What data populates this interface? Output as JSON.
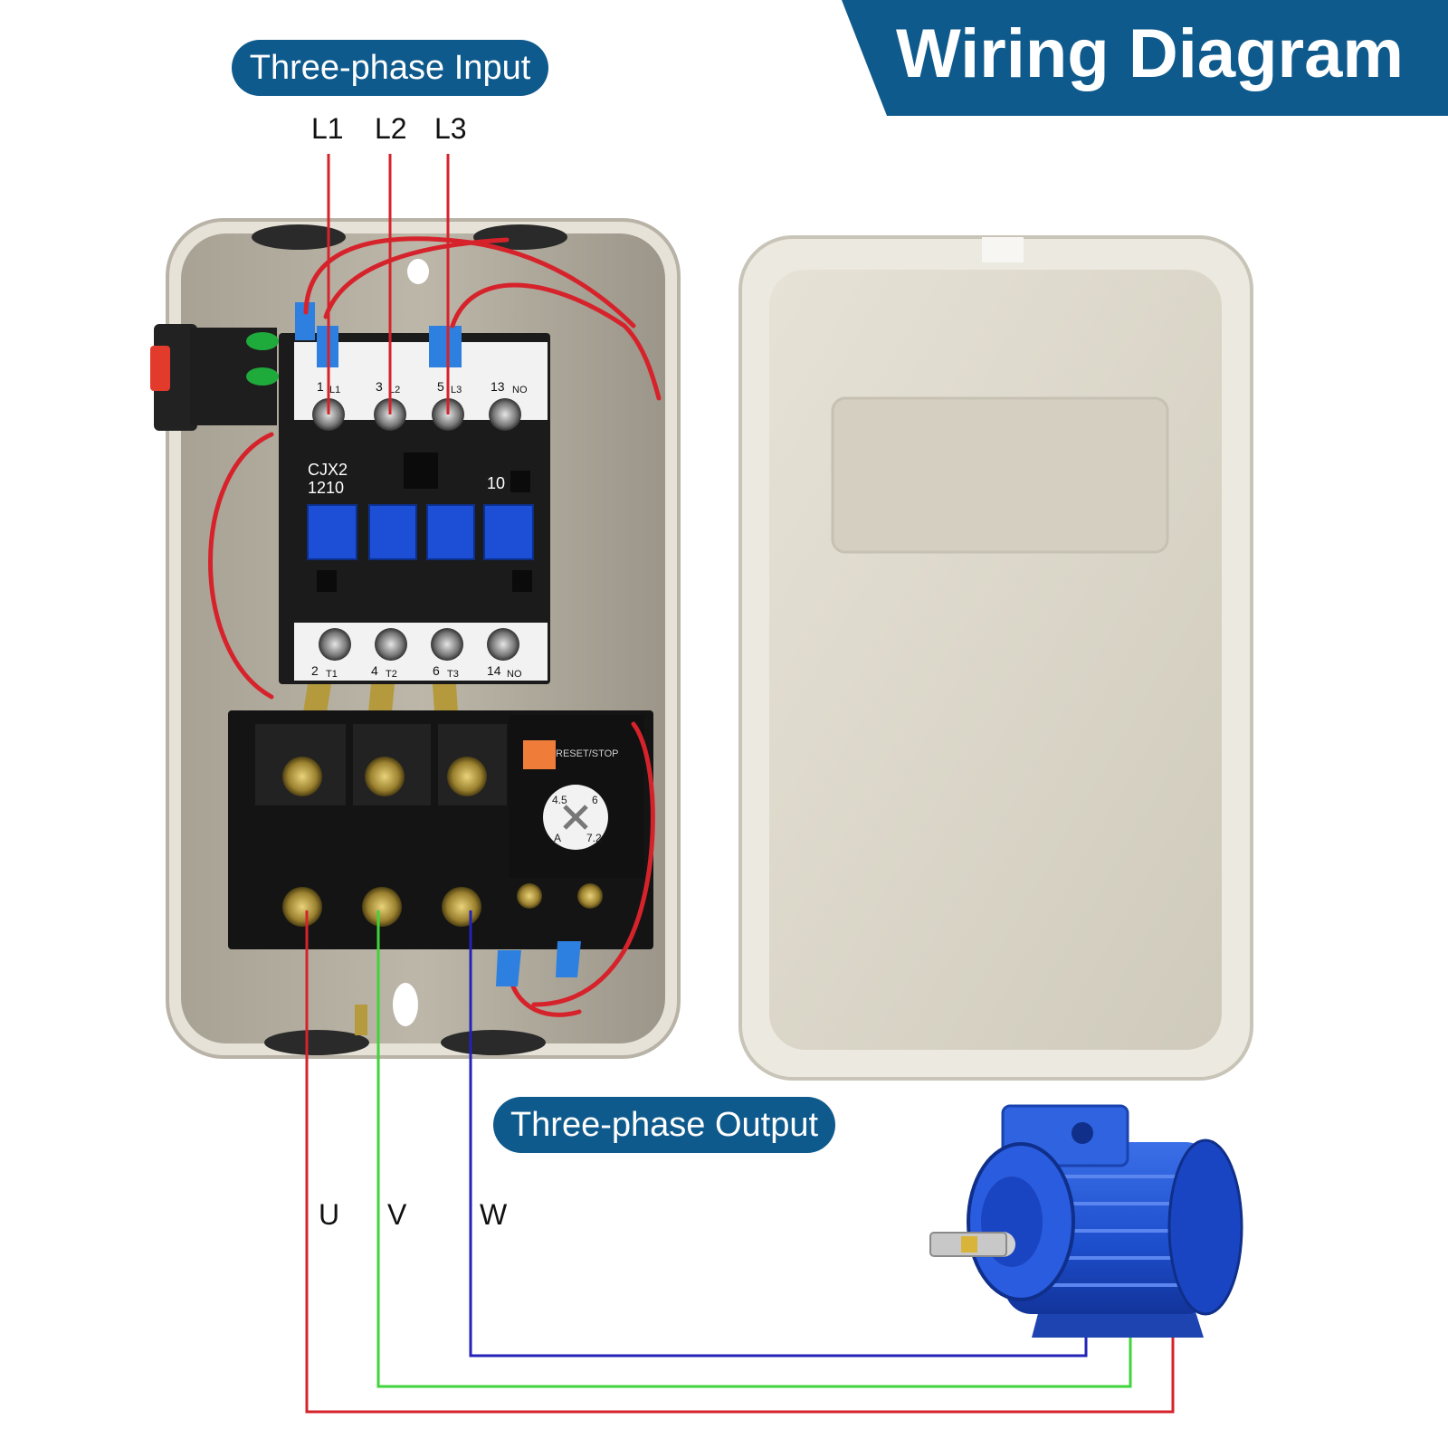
{
  "header": {
    "title": "Wiring Diagram"
  },
  "input": {
    "label": "Three-phase Input",
    "phases": [
      "L1",
      "L2",
      "L3"
    ]
  },
  "output": {
    "label": "Three-phase Output",
    "phases": [
      "U",
      "V",
      "W"
    ]
  },
  "contactor": {
    "model": "CJX2",
    "number": "1210",
    "aux": "10",
    "top_terminals": [
      "1",
      "L1",
      "3",
      "L2",
      "5",
      "L3",
      "13",
      "NO"
    ],
    "bottom_terminals": [
      "2",
      "T1",
      "4",
      "T2",
      "6",
      "T3",
      "14",
      "NO"
    ]
  },
  "overload_relay": {
    "button": "RESET/STOP",
    "dial": [
      "4.5",
      "6",
      "7.2",
      "A"
    ]
  },
  "colors": {
    "banner": "#0f5a8c",
    "wire_red": "#d6232b",
    "wire_green": "#3fd43a",
    "wire_blue": "#2323b8",
    "enclosure": "#c9c4b6",
    "contactor_blue": "#1c4fd6"
  }
}
